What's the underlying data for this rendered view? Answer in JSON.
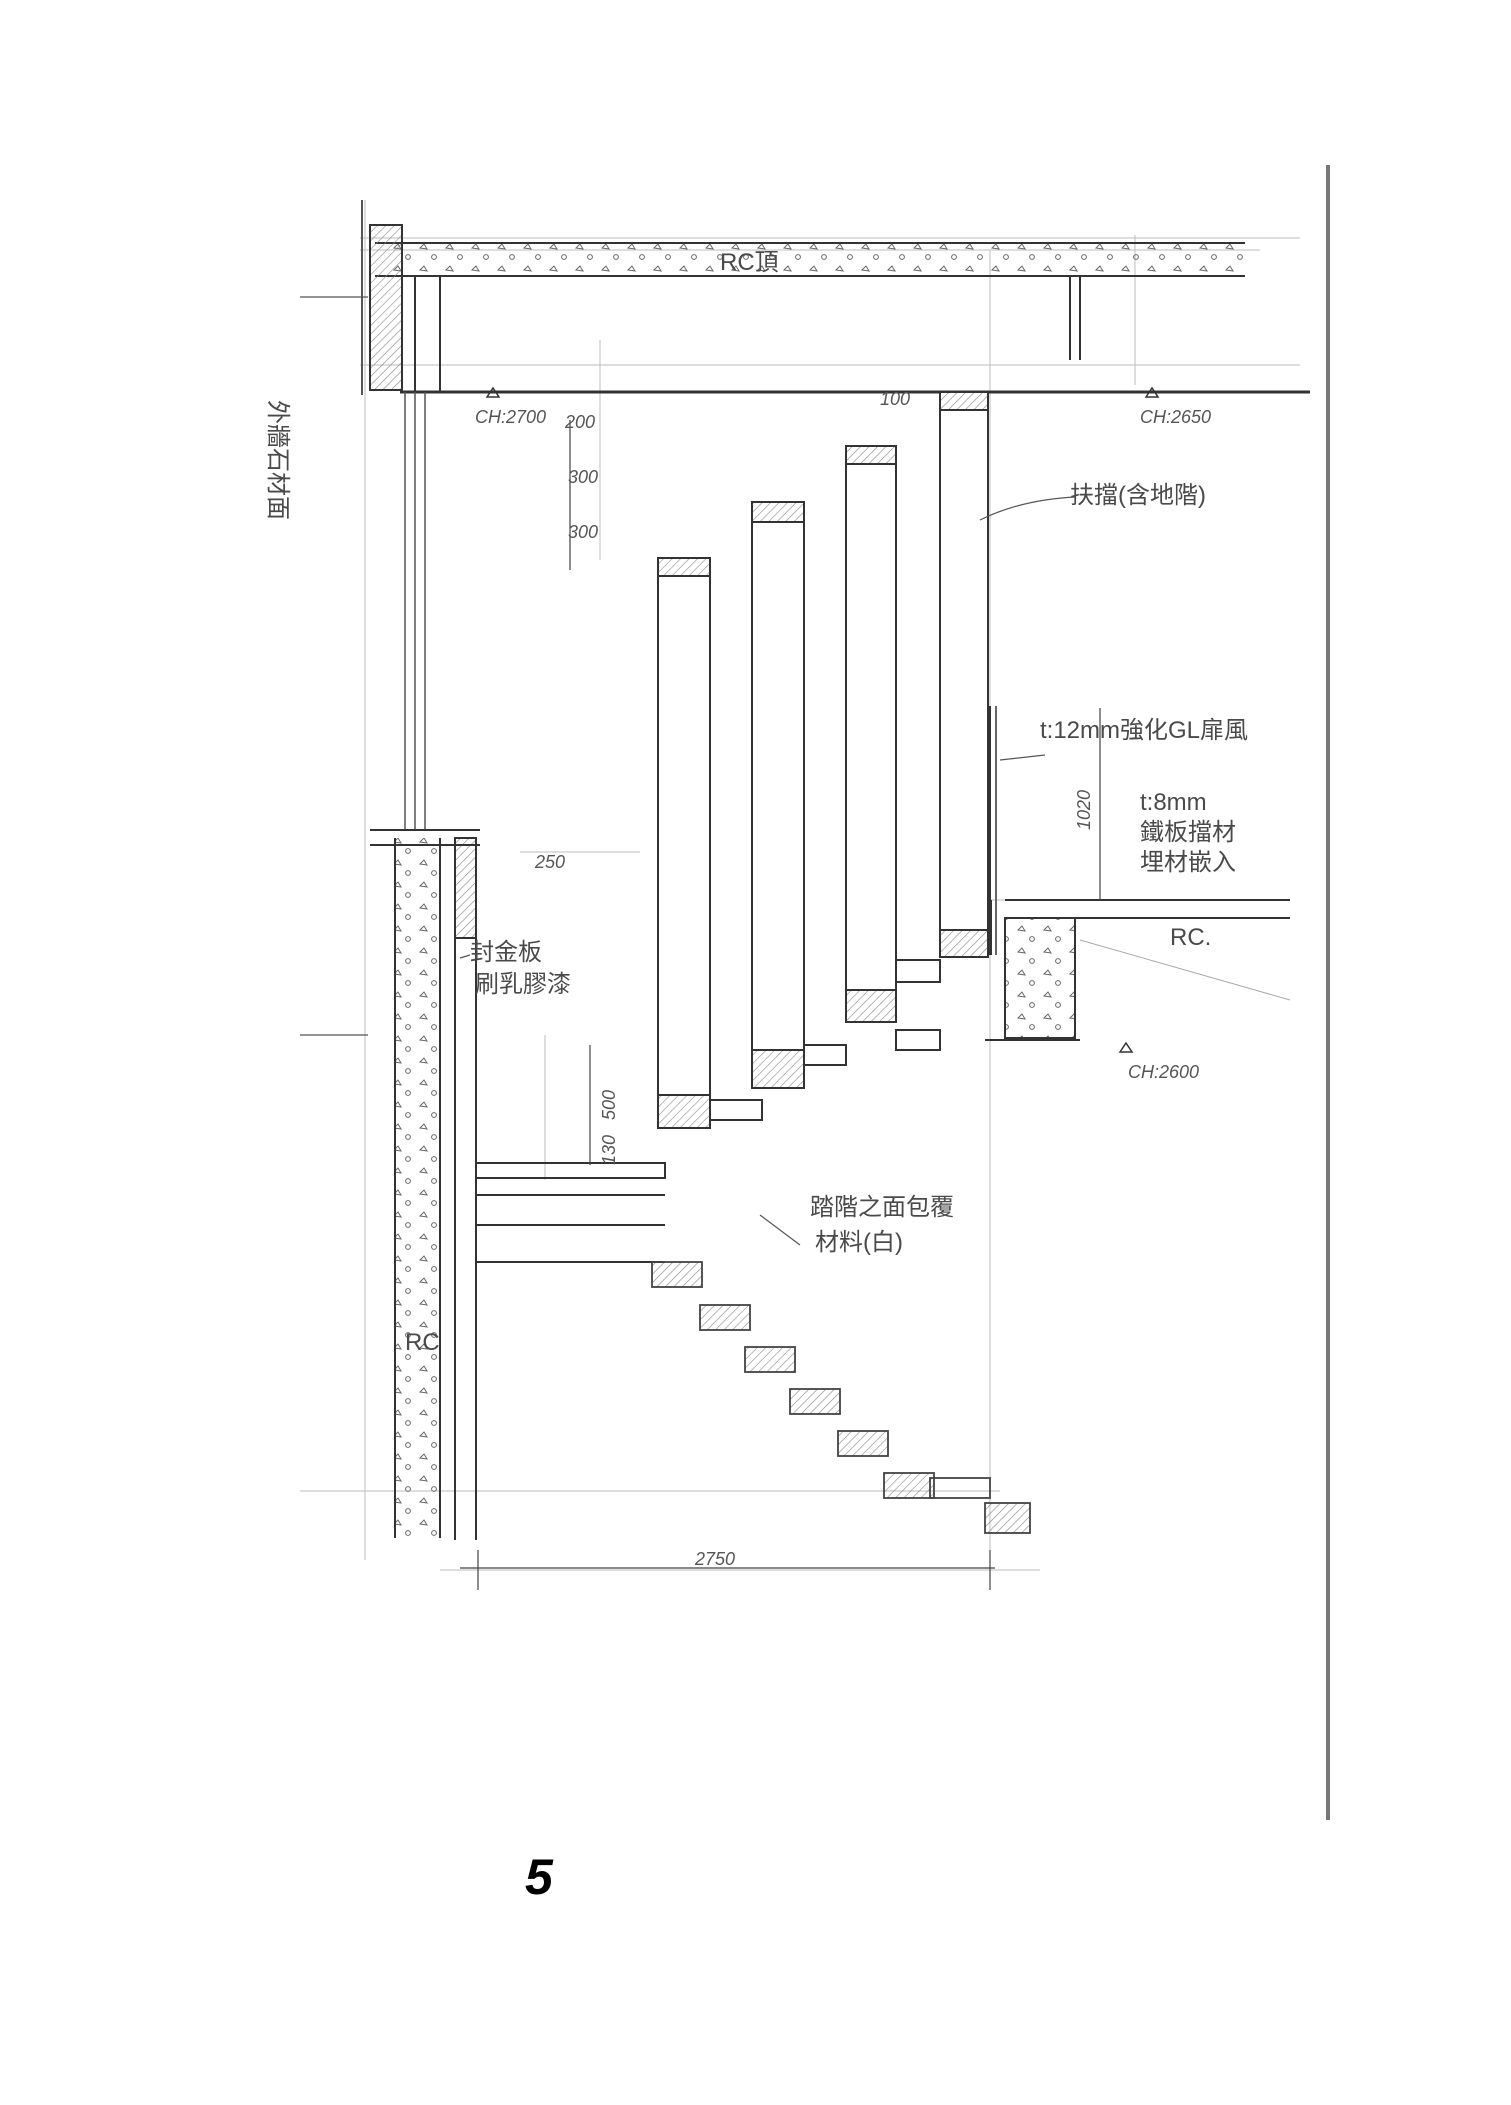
{
  "sheet": {
    "page_number": "5",
    "annotations": {
      "roof": "RC頂",
      "exterior_wall": "外牆石材面",
      "stair_treads": "扶擋(含地階)",
      "glass_guard": "t:12mm強化GL扉風",
      "steel_plate": "t:8mm",
      "steel_plate_2": "鐵板擋材",
      "steel_plate_3": "埋材嵌入",
      "wall_finish_1": "封金板",
      "wall_finish_2": "刷乳膠漆",
      "stair_underside_1": "踏階之面包覆",
      "stair_underside_2": "材料(白)",
      "rc_floor": "RC.",
      "rc_wall": "RC"
    },
    "levels": {
      "ch_left": "CH:2700",
      "ch_right": "CH:2650",
      "ch_lower": "CH:2600"
    },
    "dimensions": {
      "riser_1": "200",
      "riser_2": "300",
      "riser_3": "300",
      "top_offset": "100",
      "wall_gap": "250",
      "glass_height": "1020",
      "tread_500": "500",
      "tread_130": "130",
      "overall_width": "2750"
    }
  }
}
